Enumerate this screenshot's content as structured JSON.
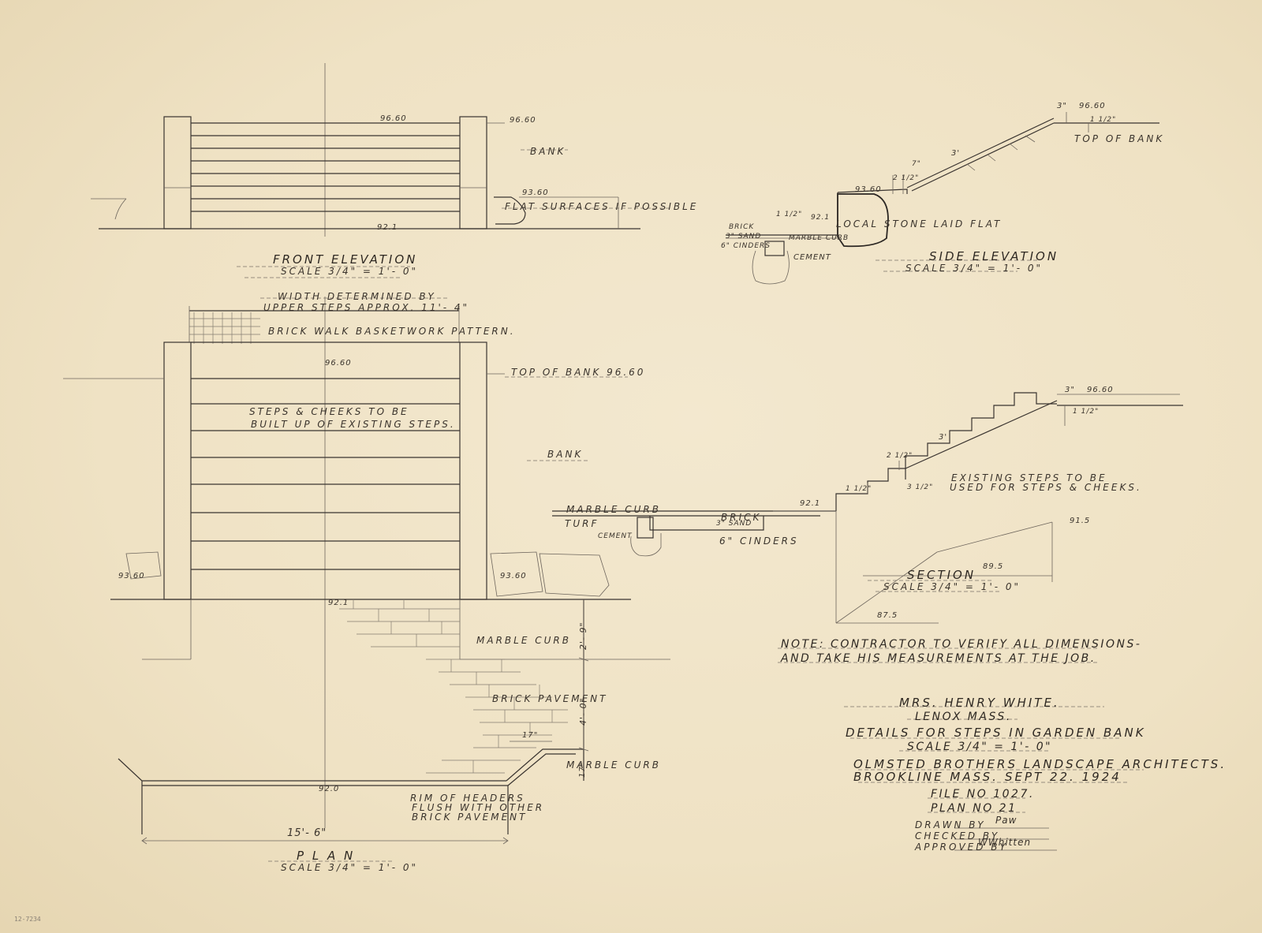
{
  "front_elevation": {
    "caption": "FRONT ELEVATION",
    "scale": "SCALE 3/4\" = 1'- 0\"",
    "elev_top": "96.60",
    "elev_right": "96.60",
    "elev_bottom": "92.1",
    "elev_bank_step": "93.60",
    "bank_label": "BANK",
    "flat_note": "FLAT SURFACES IF POSSIBLE"
  },
  "side_elevation": {
    "caption": "SIDE ELEVATION",
    "scale": "SCALE 3/4\" = 1'- 0\"",
    "elev_top": "96.60",
    "dim_3": "3\"",
    "dim_1_half": "1 1/2\"",
    "top_of_bank": "TOP OF BANK",
    "dim_3_tread": "3'",
    "dim_7": "7\"",
    "dim_2_half": "2 1/2\"",
    "elev_cheek": "93.60",
    "elev_walk": "92.1",
    "brick": "BRICK",
    "dim_1_half_curb": "1 1/2\"",
    "sand": "3\" SAND",
    "marble_curb": "MARBLE CURB",
    "cinders": "6\" CINDERS",
    "cement": "CEMENT",
    "stone_note": "LOCAL STONE LAID FLAT"
  },
  "plan": {
    "width_note_1": "WIDTH DETERMINED BY",
    "width_note_2": "UPPER STEPS APPROX. 11'- 4\"",
    "brick_pattern": "BRICK WALK BASKETWORK PATTERN.",
    "elev_top": "96.60",
    "top_of_bank": "TOP OF BANK 96.60",
    "steps_note_1": "STEPS & CHEEKS TO BE",
    "steps_note_2": "BUILT UP OF EXISTING STEPS.",
    "bank_label": "BANK",
    "elev_left": "93.60",
    "elev_right": "93.60",
    "elev_walk": "92.1",
    "marble_curb": "MARBLE CURB",
    "dim_2_9": "2'- 9\"",
    "brick_pavement": "BRICK PAVEMENT",
    "dim_4_0": "4'- 0\"",
    "dim_17": "17\"",
    "dim_17_v": "17\"",
    "marble_curb_2": "MARBLE CURB",
    "elev_curb": "92.0",
    "rim_note_1": "RIM OF HEADERS",
    "rim_note_2": "FLUSH WITH OTHER",
    "rim_note_3": "BRICK PAVEMENT",
    "overall_width": "15'- 6\"",
    "caption": "P L A N",
    "scale": "SCALE 3/4\" = 1'- 0\""
  },
  "section": {
    "elev_top": "96.60",
    "dim_3": "3\"",
    "dim_1_half": "1 1/2\"",
    "dim_3_tread": "3'",
    "dim_2_half": "2 1/2\"",
    "dim_3_half": "3 1/2\"",
    "dim_1_half_b": "1 1/2\"",
    "existing_note_1": "EXISTING STEPS TO BE",
    "existing_note_2": "USED FOR STEPS & CHEEKS.",
    "marble_curb": "MARBLE CURB",
    "turf": "TURF",
    "elev_walk": "92.1",
    "brick": "BRICK",
    "sand": "3\" SAND",
    "cinders": "6\" CINDERS",
    "cement": "CEMENT",
    "elev_91": "91.5",
    "elev_89": "89.5",
    "elev_87": "87.5",
    "caption": "SECTION",
    "scale": "SCALE 3/4\" = 1'- 0\""
  },
  "note": {
    "line1": "NOTE: CONTRACTOR TO VERIFY ALL DIMENSIONS-",
    "line2": "AND TAKE HIS MEASUREMENTS AT THE JOB."
  },
  "title_block": {
    "client": "MRS. HENRY WHITE.",
    "location": "LENOX MASS.",
    "subject": "DETAILS FOR STEPS IN GARDEN BANK",
    "scale": "SCALE 3/4\" = 1'- 0\"",
    "firm": "OLMSTED BROTHERS  LANDSCAPE ARCHITECTS.",
    "firm_location": "BROOKLINE MASS.",
    "date": "SEPT 22. 1924",
    "file": "FILE NO 1027.",
    "plan_no": "PLAN NO 21",
    "drawn_by": "DRAWN BY",
    "drawn_initials": "Paw",
    "checked_by": "CHECKED BY",
    "approved_by": "APPROVED BY",
    "approved_signature": "WWhitten"
  },
  "margin_mark": "12-7234"
}
